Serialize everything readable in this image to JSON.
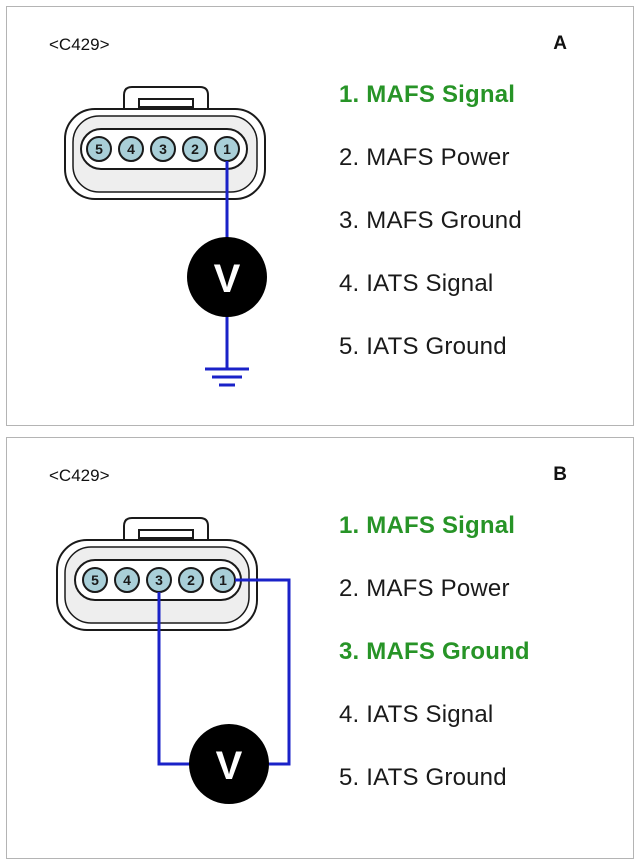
{
  "panels": [
    {
      "connector_id": "<C429>",
      "letter": "A",
      "pins": [
        "5",
        "4",
        "3",
        "2",
        "1"
      ],
      "meter_symbol": "V",
      "legend": [
        {
          "text": "1. MAFS Signal",
          "highlight": true
        },
        {
          "text": "2. MAFS Power",
          "highlight": false
        },
        {
          "text": "3. MAFS Ground",
          "highlight": false
        },
        {
          "text": "4. IATS Signal",
          "highlight": false
        },
        {
          "text": "5. IATS Ground",
          "highlight": false
        }
      ]
    },
    {
      "connector_id": "<C429>",
      "letter": "B",
      "pins": [
        "5",
        "4",
        "3",
        "2",
        "1"
      ],
      "meter_symbol": "V",
      "legend": [
        {
          "text": "1. MAFS Signal",
          "highlight": true
        },
        {
          "text": "2. MAFS Power",
          "highlight": false
        },
        {
          "text": "3. MAFS Ground",
          "highlight": true
        },
        {
          "text": "4. IATS Signal",
          "highlight": false
        },
        {
          "text": "5. IATS Ground",
          "highlight": false
        }
      ]
    }
  ],
  "colors": {
    "highlight": "#279427",
    "wire": "#1a22c8",
    "pin_fill": "#a9cfd8",
    "meter": "#000000"
  }
}
